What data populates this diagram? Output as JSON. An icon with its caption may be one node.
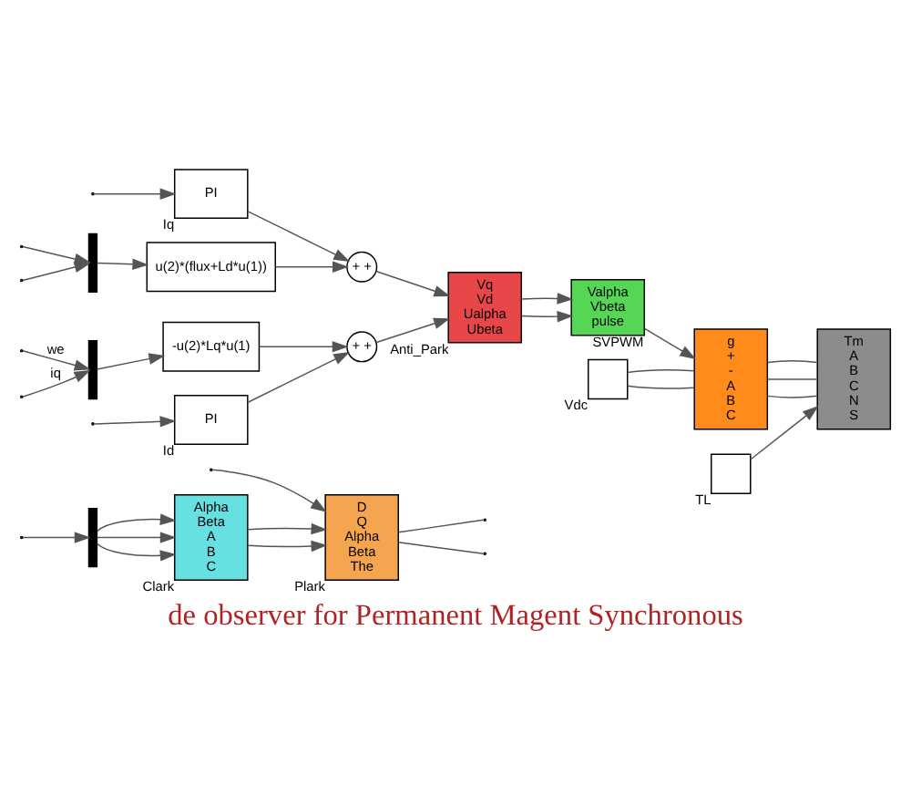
{
  "diagram": {
    "caption": "de observer for Permanent Magent Synchronous",
    "nodes": [
      {
        "text": [
          "PI"
        ],
        "beside": [
          "Iq"
        ]
      },
      {
        "text": [
          "PI"
        ],
        "beside": [
          "Id"
        ]
      },
      {
        "text": [
          "+ +"
        ]
      },
      {
        "text": [
          "+ +"
        ]
      },
      {
        "text": [
          "Vq",
          "Vd",
          "Ualpha",
          "Ubeta"
        ],
        "beside": [
          "Anti_Park"
        ]
      },
      {
        "text": [
          "Valpha",
          "Vbeta",
          "pulse"
        ],
        "beside": [
          "SVPWM"
        ]
      },
      {
        "text": [],
        "shape": "bar"
      },
      {
        "text": [
          "u(2)*(flux+Ld*u(1))"
        ]
      },
      {
        "text": [],
        "shape": "bar"
      },
      {
        "text": [
          "-u(2)*Lq*u(1)"
        ]
      },
      {
        "text": [],
        "shape": "box",
        "beside": [
          "Vdc"
        ]
      },
      {
        "text": [
          "g",
          "+",
          "-",
          "A",
          "B",
          "C"
        ]
      },
      {
        "text": [],
        "shape": "box",
        "beside": [
          "TL"
        ]
      },
      {
        "text": [
          "Tm",
          "A",
          "B",
          "C",
          "N",
          "S"
        ]
      },
      {
        "text": [
          "Alpha",
          "Beta",
          "A",
          "B",
          "C"
        ],
        "beside": [
          "Clark"
        ]
      },
      {
        "text": [
          "D",
          "Q",
          "Alpha",
          "Beta",
          "The"
        ],
        "beside": [
          "Plark"
        ]
      },
      {
        "text": [],
        "shape": "bar"
      }
    ],
    "edges": [
      {
        "from": null,
        "to": 0,
        "arrow": "to"
      },
      {
        "from": null,
        "to": 1,
        "arrow": "to"
      },
      {
        "from": 0,
        "to": 2,
        "arrow": "to"
      },
      {
        "from": 1,
        "to": 3,
        "arrow": "to"
      },
      {
        "from": 7,
        "to": 2,
        "arrow": "to"
      },
      {
        "from": 9,
        "to": 3,
        "arrow": "to"
      },
      {
        "from": 2,
        "to": 4,
        "arrow": "to"
      },
      {
        "from": 3,
        "to": 4,
        "arrow": "to"
      },
      {
        "from": 4,
        "to": 5,
        "arrow": "to"
      },
      {
        "from": 4,
        "to": 5,
        "arrow": "to"
      },
      {
        "from": 5,
        "to": 11,
        "arrow": "to"
      },
      {
        "from": null,
        "to": 6,
        "arrow": "to"
      },
      {
        "from": null,
        "to": 6,
        "arrow": "to"
      },
      {
        "from": 6,
        "to": 7,
        "arrow": "to"
      },
      {
        "from": null,
        "to": 8,
        "label": "iq",
        "arrow": "to"
      },
      {
        "from": null,
        "to": 8,
        "label": "we",
        "arrow": "to"
      },
      {
        "from": 8,
        "to": 9,
        "arrow": "to"
      },
      {
        "from": 10,
        "to": 11,
        "arrow": "none"
      },
      {
        "from": 10,
        "to": 11,
        "arrow": "none"
      },
      {
        "from": 11,
        "to": 13,
        "arrow": "none"
      },
      {
        "from": 11,
        "to": 13,
        "arrow": "none"
      },
      {
        "from": 11,
        "to": 13,
        "arrow": "none"
      },
      {
        "from": 12,
        "to": 13,
        "arrow": "to"
      },
      {
        "from": null,
        "to": 16,
        "arrow": "to"
      },
      {
        "from": 16,
        "to": 14,
        "arrow": "to"
      },
      {
        "from": 16,
        "to": 14,
        "arrow": "to"
      },
      {
        "from": 16,
        "to": 14,
        "arrow": "to"
      },
      {
        "from": 14,
        "to": 15,
        "arrow": "to"
      },
      {
        "from": 14,
        "to": 15,
        "arrow": "to"
      },
      {
        "from": null,
        "to": 15,
        "arrow": "to"
      },
      {
        "from": 15,
        "to": null,
        "arrow": "none"
      },
      {
        "from": 15,
        "to": null,
        "arrow": "none"
      }
    ]
  }
}
